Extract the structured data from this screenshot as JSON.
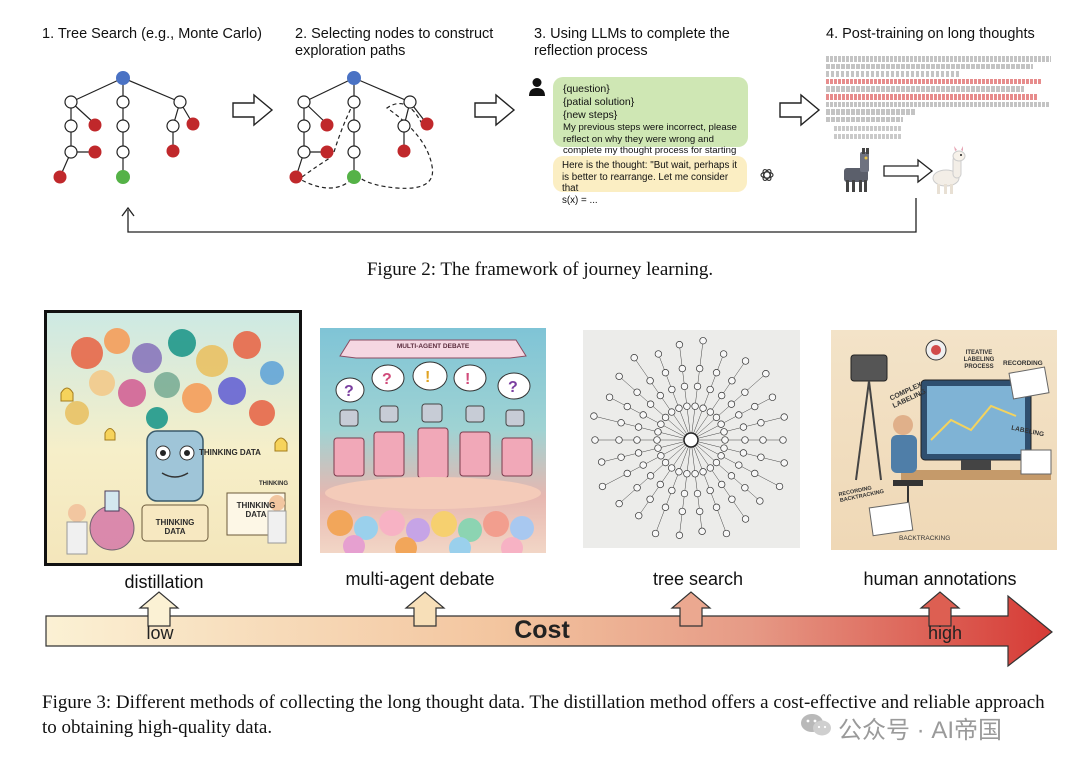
{
  "figure2": {
    "steps": [
      {
        "title": "1. Tree Search (e.g., Monte Carlo)"
      },
      {
        "title": "2. Selecting nodes to construct exploration paths"
      },
      {
        "title": "3. Using LLMs to complete the reflection process"
      },
      {
        "title": "4. Post-training on long thoughts"
      }
    ],
    "prompt_bubble": {
      "lines": [
        "{question}",
        "{patial solution}",
        "{new steps}",
        "My previous steps were incorrect, please reflect on why they were wrong and complete my thought process for starting a new step"
      ]
    },
    "response_bubble": {
      "lines": [
        "Here is the thought: \"But wait, perhaps it is better to rearrange. Let me consider that",
        "s(x) = ..."
      ]
    },
    "caption": "Figure 2: The framework of journey learning."
  },
  "figure3": {
    "methods": [
      {
        "label": "distillation",
        "tags": [
          "THINKING DATA",
          "THINKING",
          "THINKING DATA",
          "THINKING DATA"
        ]
      },
      {
        "label": "multi-agent debate",
        "tags": [
          "MULTI-AGENT DEBATE"
        ]
      },
      {
        "label": "tree search",
        "tags": []
      },
      {
        "label": "human annotations",
        "tags": [
          "COMPLEX LABELING",
          "ITEATIVE LABELING PROCESS",
          "RECORDING",
          "LABELING",
          "RECORDING BACKTRACKING",
          "BACKTRACKING"
        ]
      }
    ],
    "scale": {
      "low": "low",
      "axis": "Cost",
      "high": "high"
    },
    "caption": "Figure 3: Different methods of collecting the long thought data. The distillation method offers a cost-effective and reliable approach to obtaining high-quality data."
  },
  "watermark": "公众号 · AI帝国",
  "colors": {
    "root": "#4a72c4",
    "fail": "#c0282b",
    "success": "#55b247",
    "green_bubble": "#cfe7b4",
    "yellow_bubble": "#fbeec3"
  }
}
